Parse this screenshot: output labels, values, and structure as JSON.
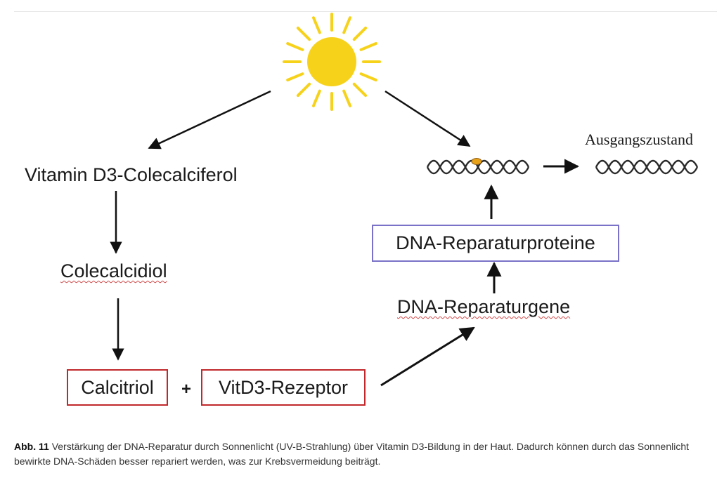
{
  "nodes": {
    "vitamin_d3": "Vitamin D3-Colecalciferol",
    "colecalcidiol": "Colecalcidiol",
    "calcitriol": "Calcitriol",
    "plus": "+",
    "rezeptor": "VitD3-Rezeptor",
    "reparaturgene": "DNA-Reparaturgene",
    "reparaturproteine": "DNA-Reparaturproteine",
    "ausgangszustand": "Ausgangszustand"
  },
  "caption": {
    "label": "Abb. 11",
    "text": "Verstärkung der DNA-Reparatur durch Sonnenlicht (UV-B-Strahlung) über Vitamin D3-Bildung in der Haut. Dadurch können durch das Sonnenlicht bewirkte DNA-Schäden besser repariert werden, was zur Krebsvermeidung beiträgt."
  },
  "colors": {
    "sun": "#f7d21b",
    "damage_spot": "#e8a21a",
    "red_box": "#c0282b",
    "blue_box": "#7a72c8"
  },
  "icons": [
    "sun-icon",
    "dna-damaged-icon",
    "dna-repaired-icon"
  ]
}
